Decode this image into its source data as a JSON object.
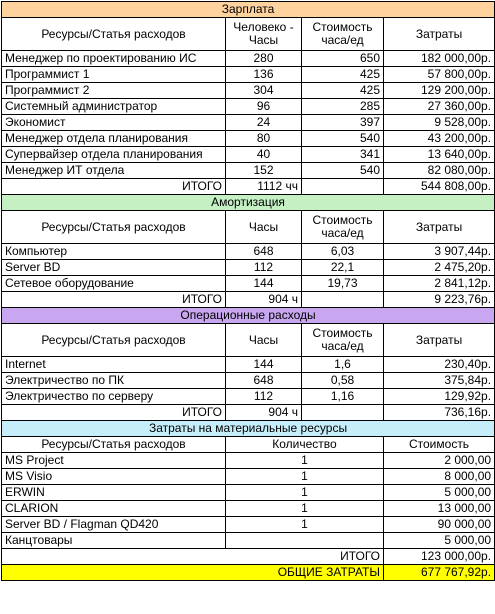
{
  "salary": {
    "title": "Зарплата",
    "headers": [
      "Ресурсы/Статья расходов",
      "Человеко - Часы",
      "Стоимость часа/ед",
      "Затраты"
    ],
    "rows": [
      [
        "Менеджер по проектированию ИС",
        "280",
        "650",
        "182 000,00р."
      ],
      [
        "Программист 1",
        "136",
        "425",
        "57 800,00р."
      ],
      [
        "Программист 2",
        "304",
        "425",
        "129 200,00р."
      ],
      [
        "Системный администратор",
        "96",
        "285",
        "27 360,00р."
      ],
      [
        "Экономист",
        "24",
        "397",
        "9 528,00р."
      ],
      [
        "Менеджер отдела планирования",
        "80",
        "540",
        "43 200,00р."
      ],
      [
        "Супервайзер отдела планирования",
        "40",
        "341",
        "13 640,00р."
      ],
      [
        "Менеджер ИТ отдела",
        "152",
        "540",
        "82 080,00р."
      ]
    ],
    "total_label": "ИТОГО",
    "total_hours": "1112 чч",
    "total_cost": "544 808,00р."
  },
  "amortization": {
    "title": "Амортизация",
    "headers": [
      "Ресурсы/Статья расходов",
      "Часы",
      "Стоимость часа/ед",
      "Затраты"
    ],
    "rows": [
      [
        "Компьютер",
        "648",
        "6,03",
        "3 907,44р."
      ],
      [
        "Server BD",
        "112",
        "22,1",
        "2 475,20р."
      ],
      [
        "Сетевое оборудование",
        "144",
        "19,73",
        "2 841,12р."
      ]
    ],
    "total_label": "ИТОГО",
    "total_hours": "904 ч",
    "total_cost": "9 223,76р."
  },
  "operational": {
    "title": "Операционные расходы",
    "headers": [
      "Ресурсы/Статья расходов",
      "Часы",
      "Стоимость часа/ед",
      "Затраты"
    ],
    "rows": [
      [
        "Internet",
        "144",
        "1,6",
        "230,40р."
      ],
      [
        "Электричество по ПК",
        "648",
        "0,58",
        "375,84р."
      ],
      [
        "Электричество по серверу",
        "112",
        "1,16",
        "129,92р."
      ]
    ],
    "total_label": "ИТОГО",
    "total_hours": "904 ч",
    "total_cost": "736,16р."
  },
  "material": {
    "title": "Затраты на материальные ресурсы",
    "headers": [
      "Ресурсы/Статья расходов",
      "Количество",
      "Стоимость"
    ],
    "rows": [
      [
        "MS Project",
        "1",
        "2 000,00"
      ],
      [
        "MS Visio",
        "1",
        "8 000,00"
      ],
      [
        "ERWIN",
        "1",
        "5 000,00"
      ],
      [
        "CLARION",
        "1",
        "13 000,00"
      ],
      [
        "Server BD / Flagman QD420",
        "1",
        "90 000,00"
      ],
      [
        "Канцтовары",
        "",
        "5 000,00"
      ]
    ],
    "total_label": "ИТОГО",
    "total_cost": "123 000,00р."
  },
  "grand_total": {
    "label": "ОБЩИЕ ЗАТРАТЫ",
    "value": "677 767,92р."
  },
  "colors": {
    "salary_band": "#ffd29e",
    "amortization_band": "#c4f0c4",
    "operational_band": "#c8a6f0",
    "material_band": "#c6eefa",
    "grand_total_band": "#ffff00"
  }
}
